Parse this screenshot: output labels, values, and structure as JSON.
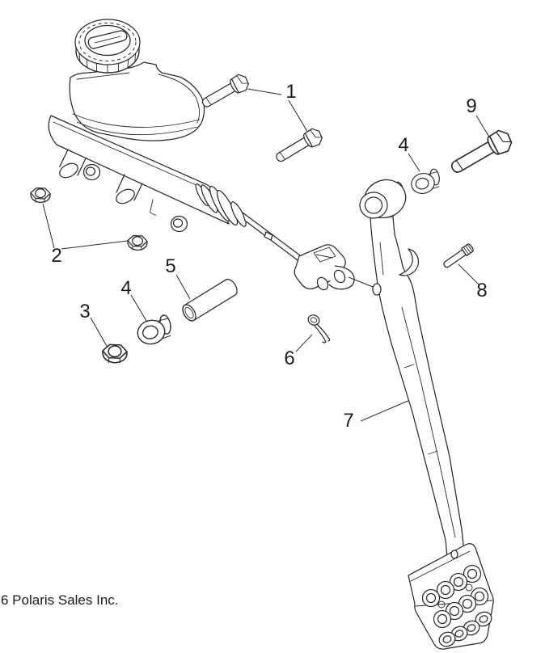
{
  "page": {
    "background": "#ffffff",
    "line_color": "#2a2a2a",
    "copyright": "6 Polaris Sales Inc."
  },
  "diagram": {
    "kind": "exploded-parts-line-drawing",
    "subject": "Brake pedal and master cylinder assembly",
    "callouts": [
      {
        "label": "1",
        "part": "master-cylinder-mount-bolt"
      },
      {
        "label": "2",
        "part": "flange-nut"
      },
      {
        "label": "3",
        "part": "flange-locknut"
      },
      {
        "label": "4",
        "part": "pivot-bushing-upper"
      },
      {
        "label": "4",
        "part": "pivot-bushing-lower"
      },
      {
        "label": "5",
        "part": "pivot-spacer-tube"
      },
      {
        "label": "6",
        "part": "cotter-pin"
      },
      {
        "label": "7",
        "part": "brake-pedal"
      },
      {
        "label": "8",
        "part": "clevis-pin"
      },
      {
        "label": "9",
        "part": "pivot-bolt"
      }
    ]
  }
}
